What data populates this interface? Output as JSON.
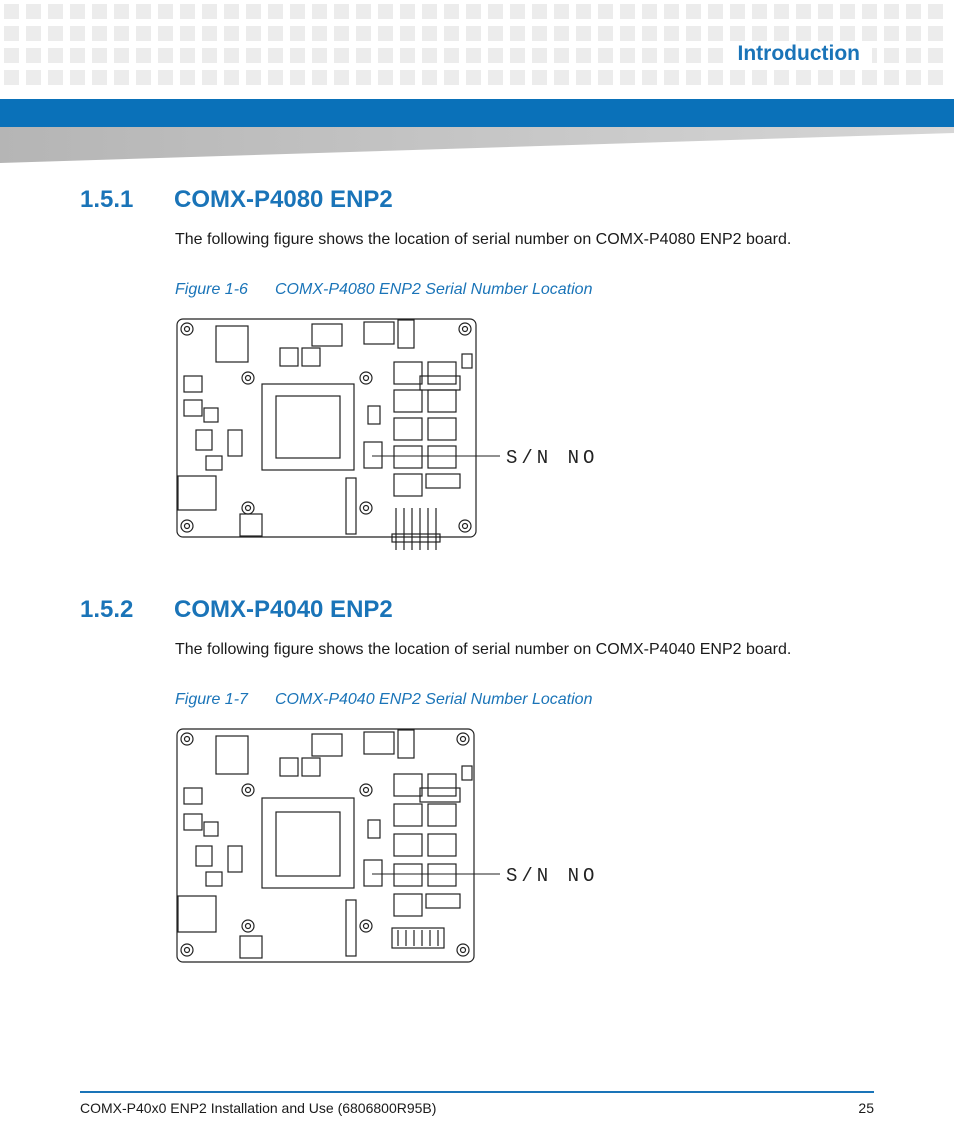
{
  "header": {
    "section_label": "Introduction"
  },
  "sections": [
    {
      "number": "1.5.1",
      "title": "COMX-P4080 ENP2",
      "paragraph": "The following figure shows the location of serial number on COMX-P4080 ENP2 board.",
      "figure_label": "Figure 1-6",
      "figure_title": "COMX-P4080 ENP2 Serial Number Location",
      "callout": "S/N NO"
    },
    {
      "number": "1.5.2",
      "title": "COMX-P4040 ENP2",
      "paragraph": "The following figure shows the location of serial number on COMX-P4040 ENP2 board.",
      "figure_label": "Figure 1-7",
      "figure_title": "COMX-P4040 ENP2 Serial Number Location",
      "callout": "S/N NO"
    }
  ],
  "footer": {
    "doc_title": "COMX-P40x0 ENP2 Installation and Use (6806800R95B)",
    "page_number": "25"
  },
  "colors": {
    "accent": "#1a74b8",
    "bar": "#0a71b9"
  }
}
